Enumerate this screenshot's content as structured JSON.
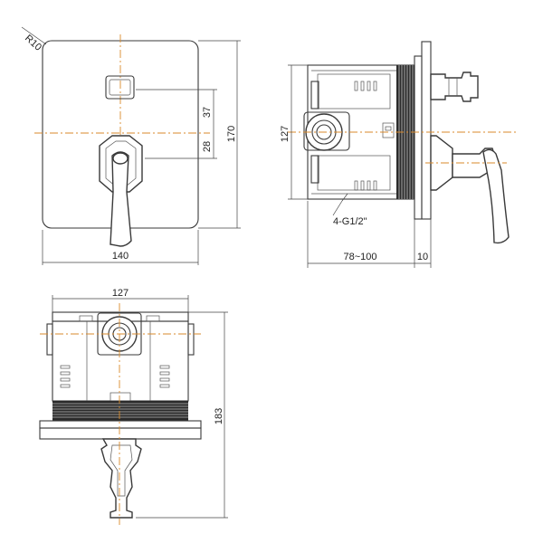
{
  "colors": {
    "line": "#3a3a3a",
    "centerline": "#d98a2b",
    "ribs": "#2b2b2b",
    "background": "#ffffff"
  },
  "front_view": {
    "corner_radius_label": "R10",
    "width_label": "140",
    "height_label": "170",
    "upper_offset_label": "37",
    "lower_offset_label": "28"
  },
  "side_view": {
    "height_label": "127",
    "thread_label": "4-G1/2\"",
    "depth_label": "78~100",
    "plate_label": "10"
  },
  "top_view": {
    "width_label": "127",
    "length_label": "183"
  }
}
